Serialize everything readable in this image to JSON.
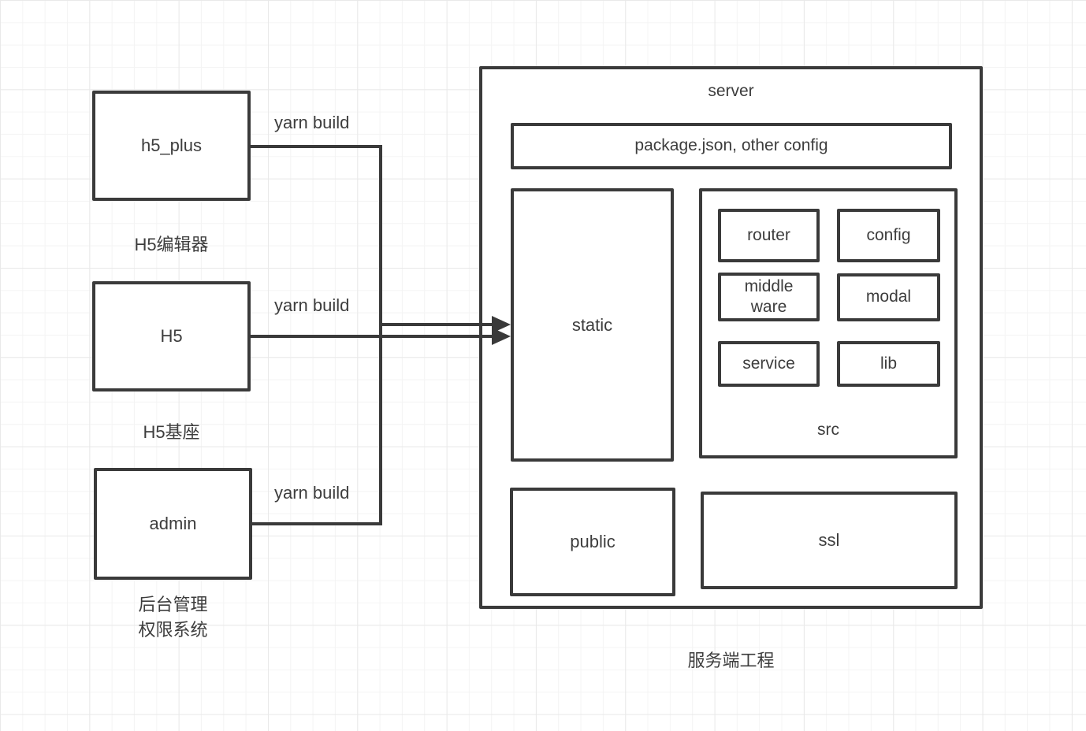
{
  "diagram": {
    "colors": {
      "stroke": "#3a3a3a",
      "text": "#3d3d3d",
      "grid_minor": "#f4f4f4",
      "grid_major": "#e9e9e9",
      "node_fill": "#ffffff"
    },
    "sources": [
      {
        "label": "h5_plus",
        "caption": "H5编辑器",
        "edge_label": "yarn build"
      },
      {
        "label": "H5",
        "caption": "H5基座",
        "edge_label": "yarn build"
      },
      {
        "label": "admin",
        "caption": "后台管理\n权限系统",
        "edge_label": "yarn build"
      }
    ],
    "server": {
      "title": "server",
      "caption": "服务端工程",
      "config_file_box": "package.json, other config",
      "static_label": "static",
      "public_label": "public",
      "ssl_label": "ssl",
      "src": {
        "label": "src",
        "children": [
          {
            "label": "router"
          },
          {
            "label": "config"
          },
          {
            "label": "middle ware"
          },
          {
            "label": "modal"
          },
          {
            "label": "service"
          },
          {
            "label": "lib"
          }
        ]
      }
    }
  }
}
